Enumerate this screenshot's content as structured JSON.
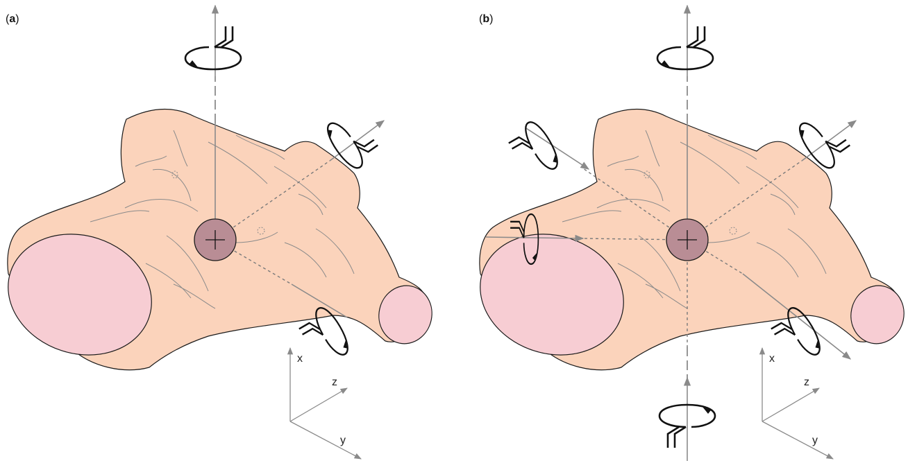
{
  "panels": [
    {
      "label_open": "(",
      "label_letter": "a",
      "label_close": ")"
    },
    {
      "label_open": "(",
      "label_letter": "b",
      "label_close": ")"
    }
  ],
  "axes": {
    "x": "x",
    "y": "y",
    "z": "z"
  },
  "colors": {
    "tissue": "#fbd3bb",
    "cut_surface": "#f7cdd3",
    "center_marker": "#b98d95",
    "axis_line": "#8a8a8a",
    "rotation_arrow": "#111111"
  },
  "icons": [
    "rotation-arrow-icon",
    "center-crosshair-icon",
    "axis-arrow-icon"
  ]
}
